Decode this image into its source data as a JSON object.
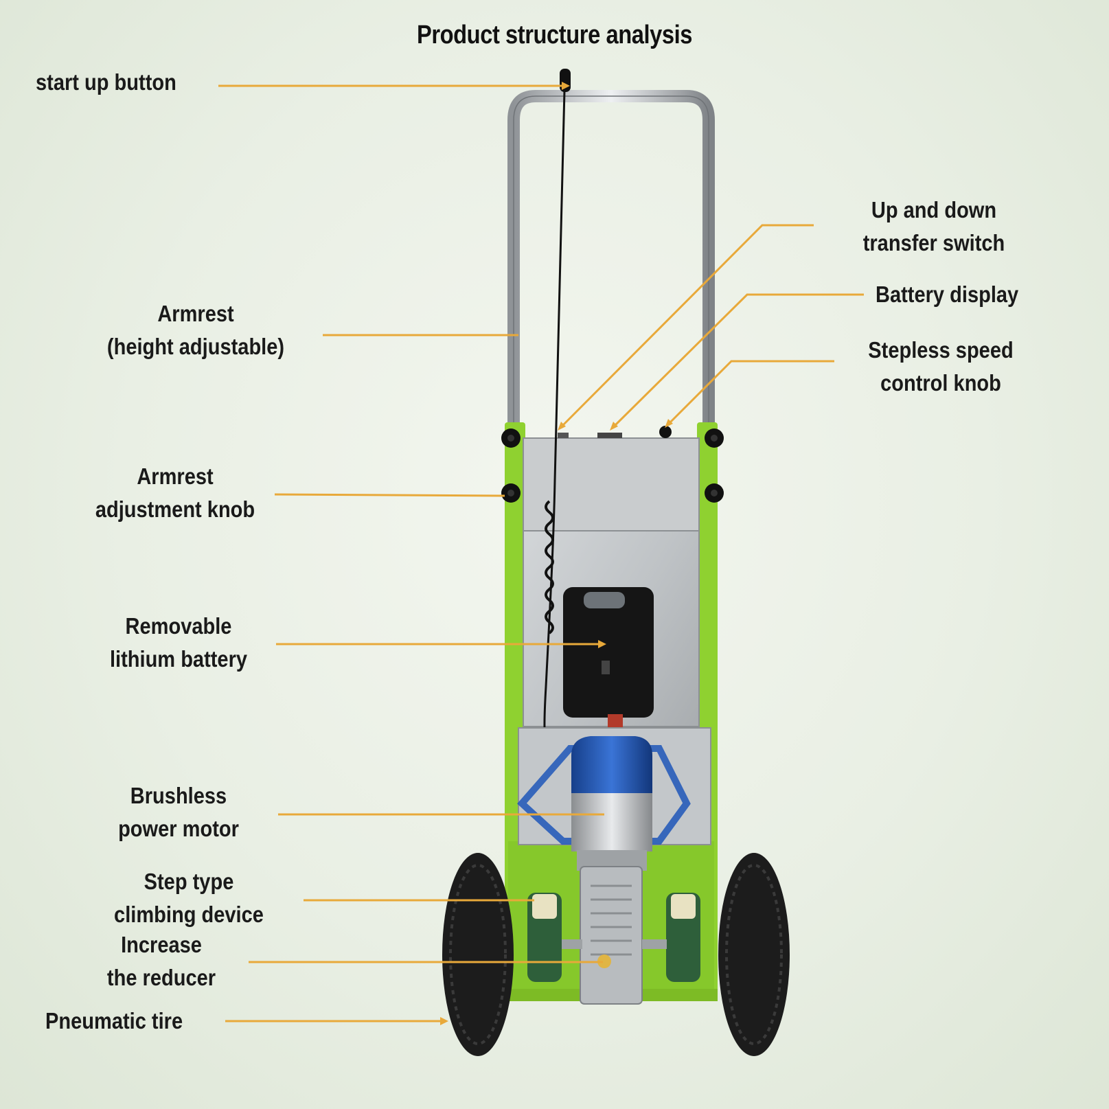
{
  "title": "Product structure analysis",
  "colors": {
    "leader": "#e8a93a",
    "frame": "#8fd130",
    "steel": "#b9bcbf",
    "battery": "#151515",
    "motor_cap": "#1f56b8",
    "tire": "#1c1c1c"
  },
  "labels": {
    "start_up_button": "start up button",
    "armrest_1": "Armrest",
    "armrest_2": "(height adjustable)",
    "armrest_knob_1": "Armrest",
    "armrest_knob_2": "adjustment knob",
    "battery_1": "Removable",
    "battery_2": "lithium battery",
    "motor_1": "Brushless",
    "motor_2": "power motor",
    "step_1": "Step type",
    "step_2": "climbing device",
    "reducer_1": "Increase",
    "reducer_2": "the reducer",
    "tire": "Pneumatic tire",
    "updown_1": "Up and down",
    "updown_2": "transfer switch",
    "battery_display": "Battery display",
    "speed_1": "Stepless speed",
    "speed_2": "control knob"
  }
}
